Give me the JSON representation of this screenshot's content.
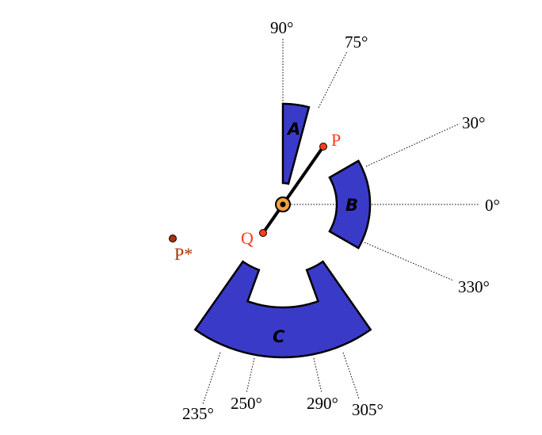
{
  "colors": {
    "sector": "#3a3ac8",
    "point": "#ff3b1a",
    "pstar": "#a8320a",
    "label_point": "#ff3b1a",
    "pivot": "#f5a040"
  },
  "angle_labels": [
    "90°",
    "75°",
    "30°",
    "0°",
    "330°",
    "235°",
    "250°",
    "290°",
    "305°"
  ],
  "regions": [
    {
      "name": "A",
      "from_deg": 75,
      "to_deg": 90
    },
    {
      "name": "B",
      "from_deg": -30,
      "to_deg": 30
    },
    {
      "name": "C",
      "from_deg": 235,
      "to_deg": 305,
      "notch_from_deg": 250,
      "notch_to_deg": 290
    }
  ],
  "points": {
    "P": "P",
    "Q": "Q",
    "P_star": "P*"
  }
}
